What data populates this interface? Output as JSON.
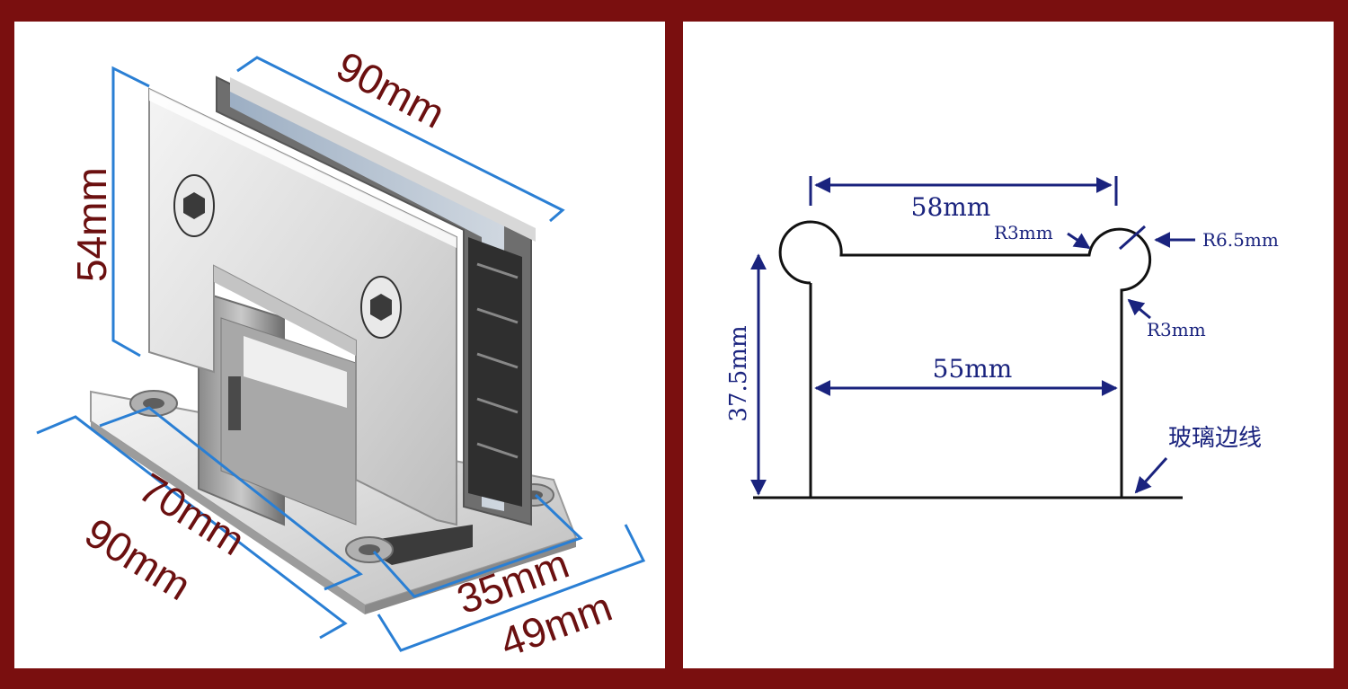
{
  "photo": {
    "labels": {
      "top_width": "90mm",
      "height": "54mm",
      "base_inner": "70mm",
      "base_outer": "90mm",
      "depth_inner": "35mm",
      "depth_outer": "49mm"
    }
  },
  "drawing": {
    "labels": {
      "top_span": "58mm",
      "inner_span": "55mm",
      "height": "37.5mm",
      "corner_radius_left": "R3mm",
      "outer_radius": "R6.5mm",
      "corner_radius_right": "R3mm",
      "glass_edge": "玻璃边线"
    }
  },
  "colors": {
    "frame": "#7a0f0f",
    "photo_text": "#6b1010",
    "photo_dim_line": "#2a7fd4",
    "drawing_line": "#1a237e",
    "drawing_outline": "#111111"
  }
}
